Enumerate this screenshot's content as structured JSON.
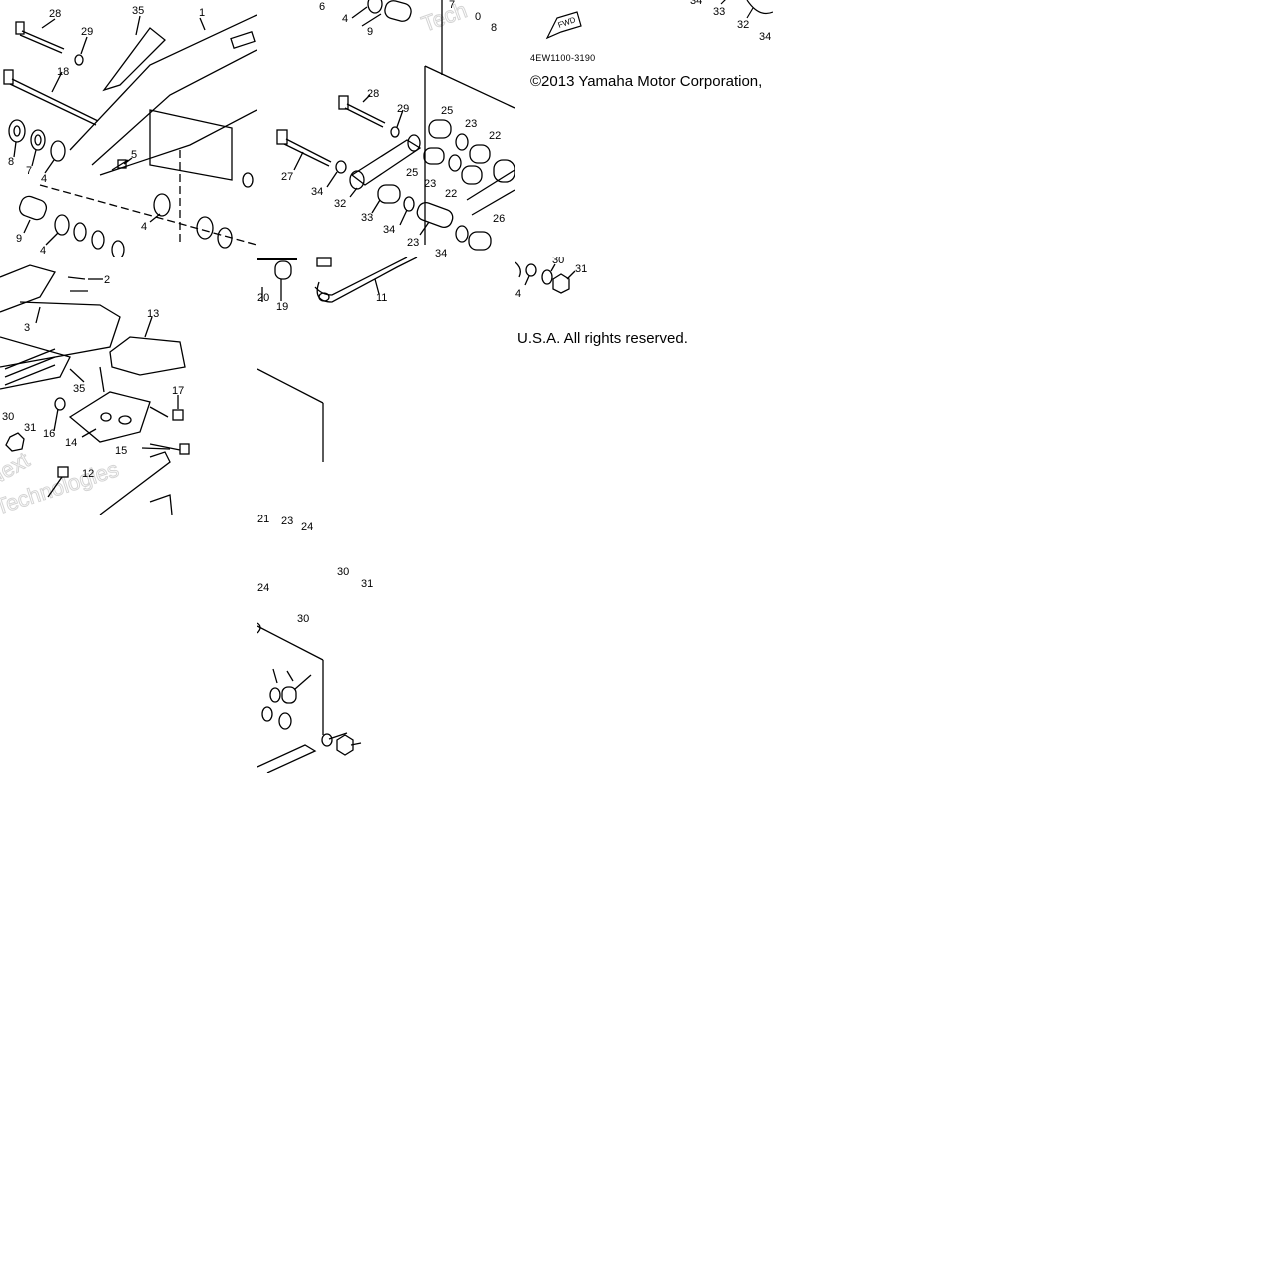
{
  "caption": {
    "copyright_line1": "©2013 Yamaha Motor Corporation,",
    "copyright_line2": "U.S.A. All rights reserved.",
    "diagram_code": "4EW1100-3190",
    "fwd_label": "FWD"
  },
  "watermark": {
    "word1": "Next",
    "word2": "Technologies",
    "word3": "Tech"
  },
  "callouts": {
    "t1": [
      "28",
      "35",
      "1",
      "29",
      "18",
      "8",
      "7",
      "4",
      "5",
      "4",
      "9",
      "4"
    ],
    "t2": [
      "6",
      "4",
      "9",
      "7",
      "0",
      "8",
      "28",
      "29",
      "25",
      "23",
      "22",
      "27",
      "34",
      "32",
      "25",
      "23",
      "22",
      "33",
      "34",
      "26",
      "23",
      "34"
    ],
    "t3": [
      "34",
      "33",
      "32",
      "34"
    ],
    "t4": [
      "2",
      "3",
      "13",
      "35",
      "17",
      "30",
      "31",
      "16",
      "14",
      "15",
      "12"
    ],
    "t5": [
      "20",
      "19",
      "11"
    ],
    "t6": [
      "30",
      "4",
      "31"
    ],
    "t8": [
      "21",
      "23",
      "24",
      "24",
      "30",
      "31",
      "30"
    ]
  },
  "colors": {
    "ink": "#000000",
    "paper": "#ffffff",
    "watermark": "#d4d4d4"
  }
}
